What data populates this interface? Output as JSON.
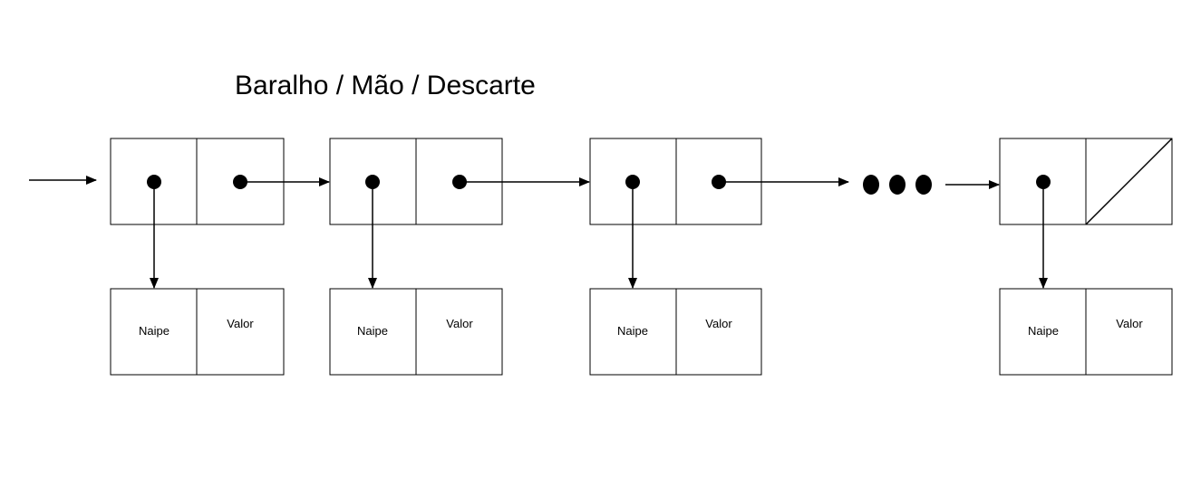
{
  "title": "Baralho / Mão / Descarte",
  "card": {
    "suit_label": "Naipe",
    "value_label": "Valor"
  },
  "colors": {
    "stroke": "#000000",
    "background": "#ffffff"
  },
  "node_count_shown": 4,
  "ellipsis": "three-dots",
  "last_node_next": "null-slash"
}
